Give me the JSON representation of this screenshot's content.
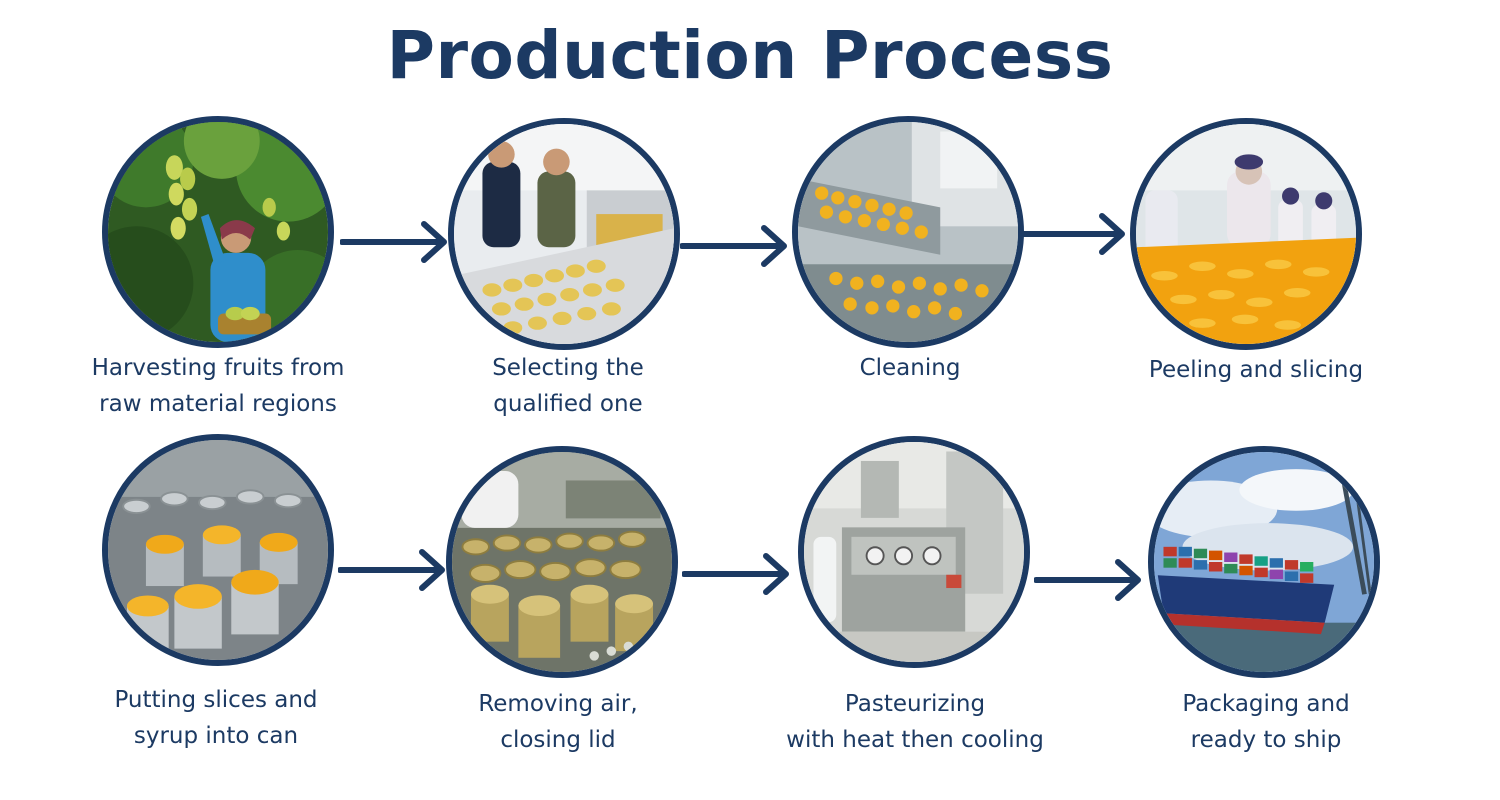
{
  "title": "Production Process",
  "accent_color": "#1c3a63",
  "steps": [
    {
      "line1": "Harvesting fruits from",
      "line2": "raw material regions"
    },
    {
      "line1": "Selecting the",
      "line2": "qualified one"
    },
    {
      "line1": "Cleaning",
      "line2": ""
    },
    {
      "line1": "Peeling and slicing",
      "line2": ""
    },
    {
      "line1": "Putting slices and",
      "line2": "syrup into can"
    },
    {
      "line1": "Removing air,",
      "line2": "closing lid"
    },
    {
      "line1": "Pasteurizing",
      "line2": "with heat then cooling"
    },
    {
      "line1": "Packaging and",
      "line2": "ready to ship"
    }
  ]
}
